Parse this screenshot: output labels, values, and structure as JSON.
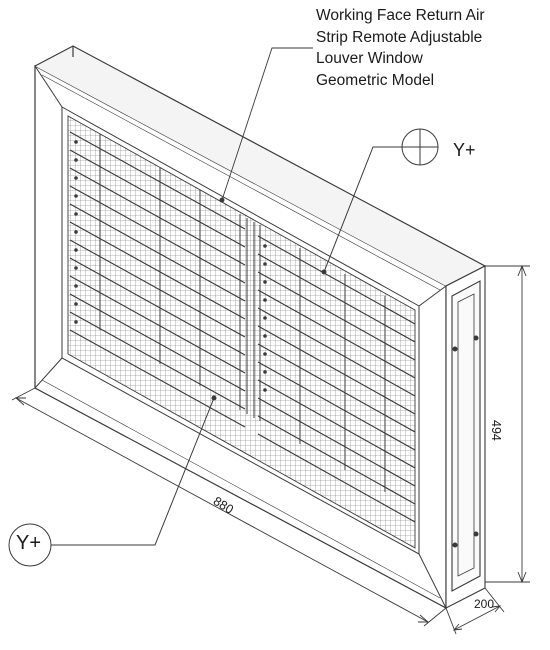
{
  "title_lines": [
    "Working Face Return Air",
    "Strip Remote Adjustable",
    "Louver Window",
    "Geometric Model"
  ],
  "axis_labels": {
    "top": "Y+",
    "bottom": "Y+"
  },
  "dimensions": {
    "width": "880",
    "height": "494",
    "depth": "200"
  },
  "colors": {
    "line": "#3a3a3a",
    "mesh": "#5a5a5a",
    "background": "#ffffff"
  }
}
